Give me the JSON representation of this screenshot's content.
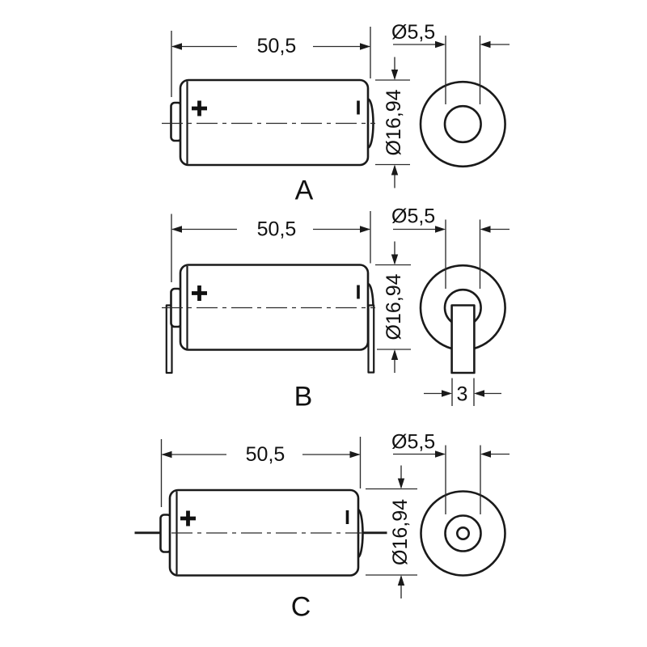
{
  "page": {
    "background": "#ffffff",
    "line_color": "#1a1a1a"
  },
  "rows": [
    {
      "label": "A",
      "length": "50,5",
      "body_diameter": "Ø16,94",
      "pip_diameter": "Ø5,5"
    },
    {
      "label": "B",
      "length": "50,5",
      "body_diameter": "Ø16,94",
      "pip_diameter": "Ø5,5",
      "tab_width": "3"
    },
    {
      "label": "C",
      "length": "50,5",
      "body_diameter": "Ø16,94",
      "pip_diameter": "Ø5,5"
    }
  ],
  "polarity": {
    "positive": "+",
    "negative": "−"
  }
}
